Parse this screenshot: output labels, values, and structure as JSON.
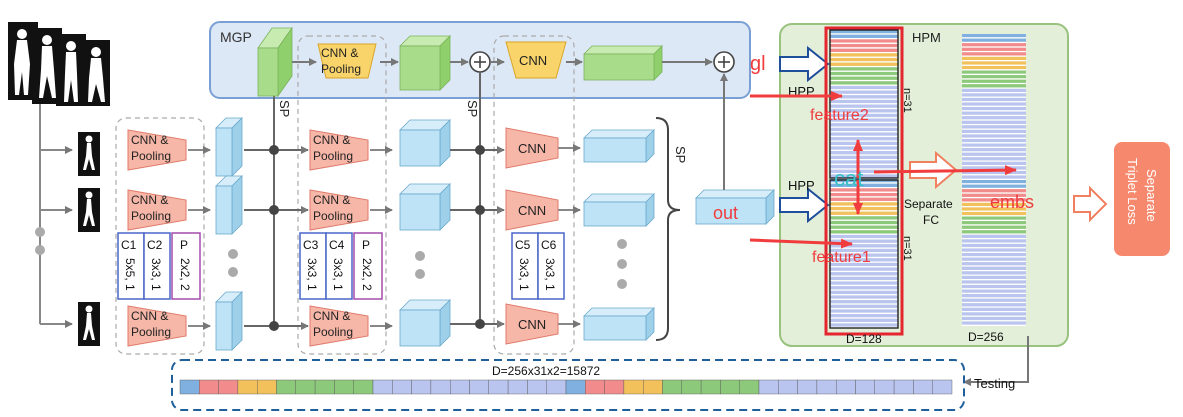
{
  "mgp": {
    "label": "MGP"
  },
  "blocks": {
    "cnn_pool_line1": "CNN &",
    "cnn_pool_line2": "Pooling",
    "cnn": "CNN"
  },
  "sp_labels": {
    "sp1": "SP",
    "sp2": "SP",
    "sp3": "SP"
  },
  "conv_tables": {
    "c1": {
      "name": "C1",
      "param": "5x5, 1"
    },
    "c2": {
      "name": "C2",
      "param": "3x3, 1"
    },
    "p1": {
      "name": "P",
      "param": "2x2, 2"
    },
    "c3": {
      "name": "C3",
      "param": "3x3, 1"
    },
    "c4": {
      "name": "C4",
      "param": "3x3, 1"
    },
    "p2": {
      "name": "P",
      "param": "2x2, 2"
    },
    "c5": {
      "name": "C5",
      "param": "3x3, 1"
    },
    "c6": {
      "name": "C6",
      "param": "3x3, 1"
    }
  },
  "hpm": {
    "title": "HPM",
    "hpp_top": "HPP",
    "hpp_bottom": "HPP",
    "n_top": "n=31",
    "n_bottom": "n=31",
    "d_left": "D=128",
    "d_right": "D=256",
    "separate_fc_line1": "Separate",
    "separate_fc_line2": "FC"
  },
  "annotations": {
    "gl": "gl",
    "out": "out",
    "feature1": "feature1",
    "feature2": "feature2",
    "cat": "cat",
    "embs": "embs"
  },
  "loss": {
    "line1": "Separate",
    "line2": "Triplet Loss"
  },
  "testing": {
    "label": "Testing",
    "dimension": "D=256x31x2=15872"
  },
  "colors": {
    "mgp_bg": "#dde8f6",
    "mgp_border": "#7a9fd4",
    "hpm_bg": "#e3efd9",
    "hpm_border": "#98c27e",
    "cnn_block": "#f7b7a8",
    "pool_block": "#f9d46b",
    "feature_cube": "#bfe3f6",
    "green_cube": "#a9dc8a",
    "annotation_red": "#f03c3c",
    "cat_cyan": "#37c1c9",
    "loss_box": "#f6896d"
  }
}
